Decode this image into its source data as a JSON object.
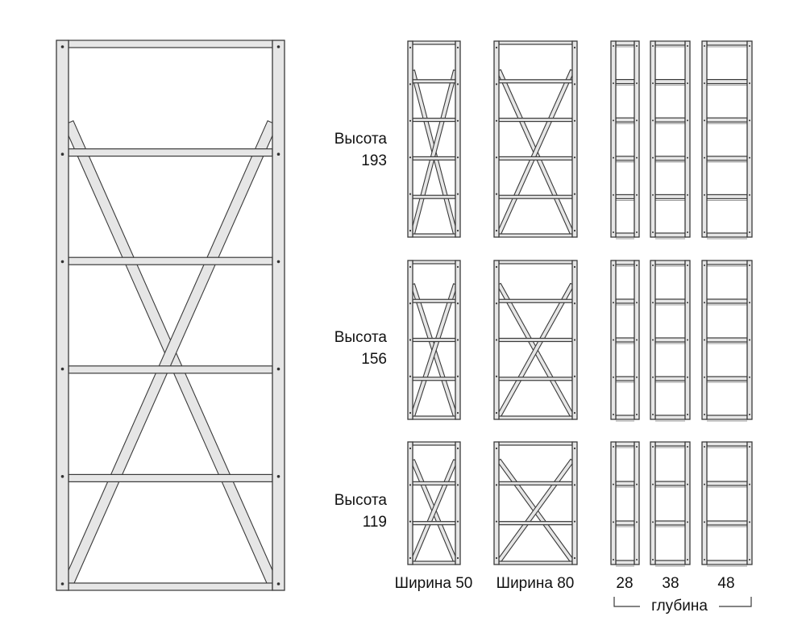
{
  "rows": [
    {
      "height_label": "Высота",
      "height_value": "193",
      "shelf_count": 6,
      "braced": true
    },
    {
      "height_label": "Высота",
      "height_value": "156",
      "shelf_count": 5,
      "braced": true
    },
    {
      "height_label": "Высота",
      "height_value": "119",
      "shelf_count": 4,
      "braced": true
    }
  ],
  "width_labels": [
    "Ширина 50",
    "Ширина 80"
  ],
  "depth_values": [
    "28",
    "38",
    "48"
  ],
  "depth_caption": "глубина",
  "colors": {
    "line": "#3a3a3a",
    "fill": "#e6e6e6",
    "text": "#111111"
  }
}
